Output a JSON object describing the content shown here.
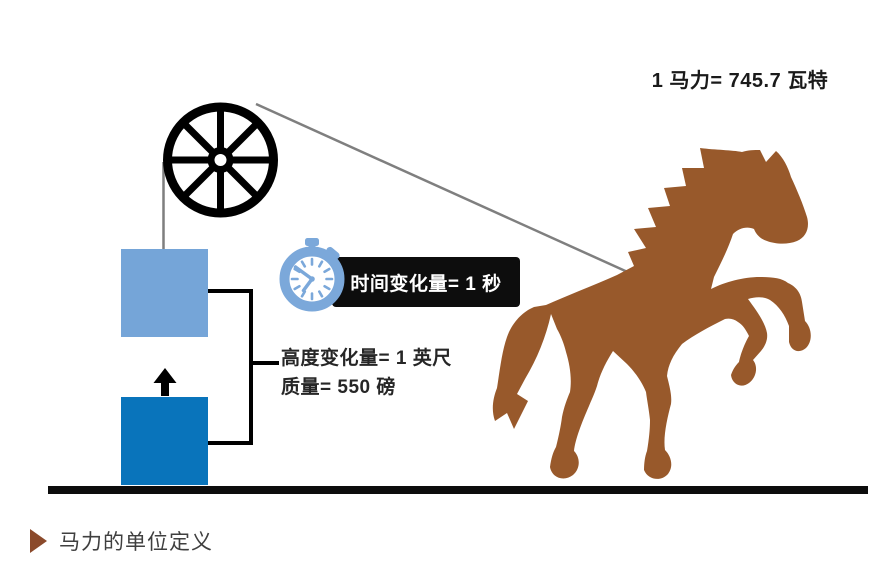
{
  "equation": "1 马力= 745.7 瓦特",
  "time_label": "时间变化量= 1 秒",
  "height_label": "高度变化量= 1 英尺",
  "mass_label": "质量= 550 磅",
  "caption": "马力的单位定义",
  "icons": {
    "pulley": "pulley-wheel-icon",
    "stopwatch": "stopwatch-icon",
    "horse": "horse-icon",
    "arrow": "up-arrow-icon",
    "caption_marker": "play-triangle-icon"
  },
  "colors": {
    "box_light_blue": "#75A5D8",
    "box_dark_blue": "#0974BB",
    "horse_brown": "#98592B",
    "stopwatch_blue": "#7BA8DA",
    "rope_gray": "#7F7F7F",
    "label_bg": "#0D0D0D",
    "caption_brown": "#8B4A2B",
    "ink": "#1A1A1A"
  }
}
